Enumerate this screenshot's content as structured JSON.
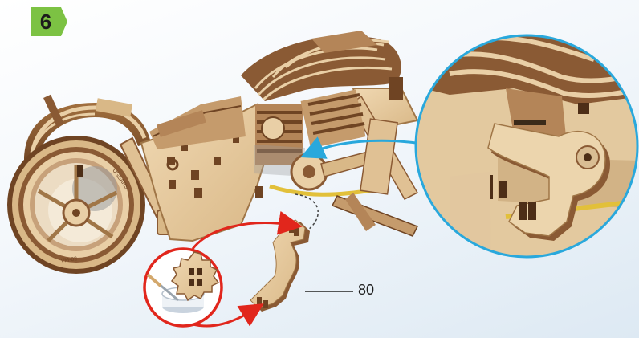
{
  "step": {
    "number": "6"
  },
  "part_callout": {
    "label": "80"
  },
  "wheel": {
    "brand_text": "UGEARS",
    "model_text": "VM-02"
  },
  "colors": {
    "step_badge": "#7cc243",
    "zoom_ring": "#29a8dc",
    "rotation_arrow": "#e1261c",
    "wood_light": "#e9cfa6",
    "wood_dark": "#8a5a34"
  },
  "icons": [
    "wax-candle-icon",
    "gear-part-icon",
    "rotation-arrow-icon"
  ]
}
